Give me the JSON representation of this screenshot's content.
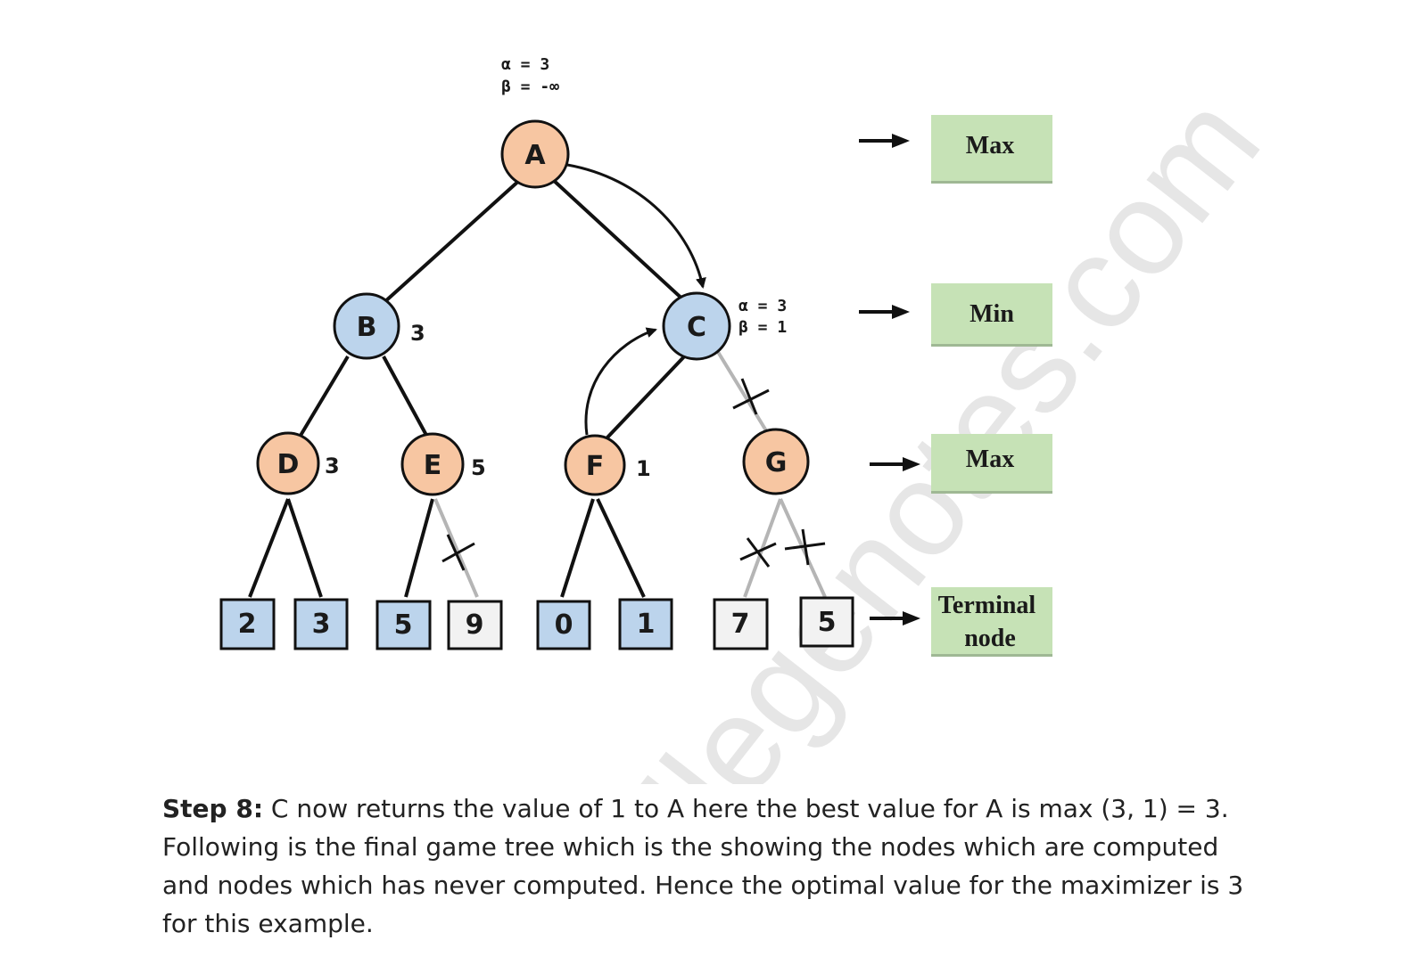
{
  "watermark": "collegenotes.com",
  "root_annotation": {
    "alpha": "α = 3",
    "beta": "β = -∞"
  },
  "c_annotation": {
    "alpha": "α = 3",
    "beta": "β = 1"
  },
  "nodes": {
    "A": {
      "label": "A",
      "value": ""
    },
    "B": {
      "label": "B",
      "value": "3"
    },
    "C": {
      "label": "C",
      "value": ""
    },
    "D": {
      "label": "D",
      "value": "3"
    },
    "E": {
      "label": "E",
      "value": "5"
    },
    "F": {
      "label": "F",
      "value": "1"
    },
    "G": {
      "label": "G",
      "value": ""
    }
  },
  "leaves": [
    "2",
    "3",
    "5",
    "9",
    "0",
    "1",
    "7",
    "5"
  ],
  "levels": [
    "Max",
    "Min",
    "Max",
    "Terminal node"
  ],
  "colors": {
    "max_node": "#f7c6a2",
    "min_node": "#bcd4ec",
    "computed_leaf": "#bcd4ec",
    "pruned_leaf": "#f2f2f2",
    "level_box": "#c6e2b6",
    "pruned_edge": "#b5b5b5"
  },
  "caption": {
    "step": "Step 8:",
    "text": " C now returns the value of 1 to A here the best value for A is max (3, 1) = 3. Following is the final game tree which is the showing the nodes which are computed and nodes which has never computed. Hence the optimal value for the maximizer is 3 for this example."
  }
}
